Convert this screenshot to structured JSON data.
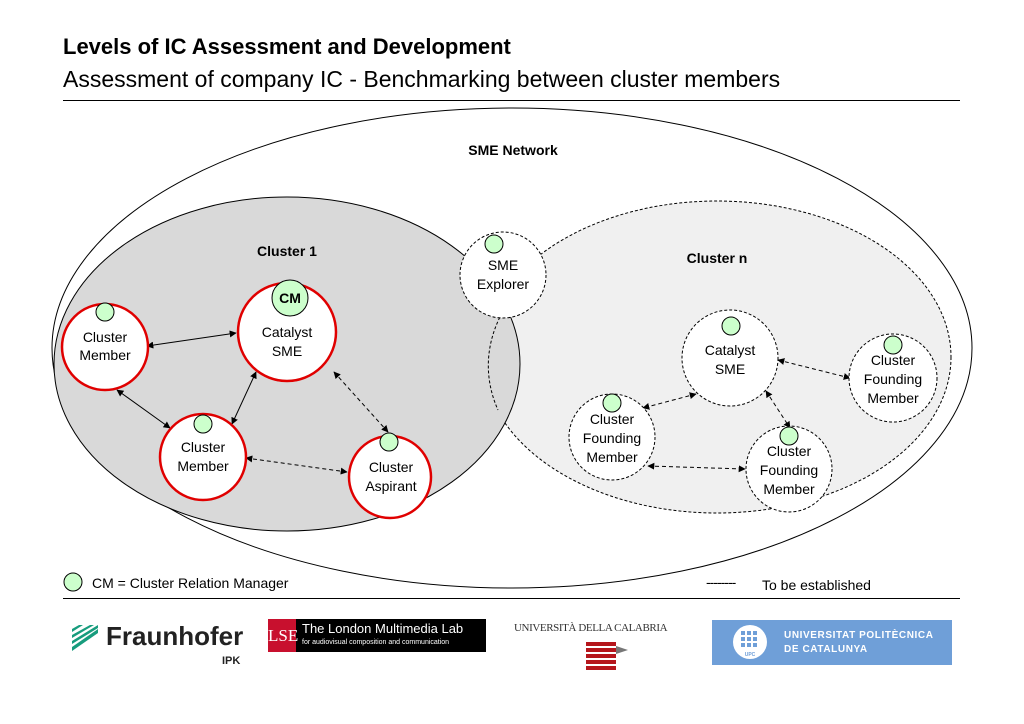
{
  "header": {
    "title": "Levels of IC Assessment and Development",
    "subtitle": "Assessment of company IC - Benchmarking between cluster members"
  },
  "diagram": {
    "network_label": "SME Network",
    "cluster1_label": "Cluster 1",
    "clustern_label": "Cluster n",
    "nodes": {
      "c1_catalyst": {
        "badge": "CM",
        "lines": [
          "Catalyst",
          "SME"
        ]
      },
      "c1_member_a": {
        "lines": [
          "Cluster",
          "Member"
        ]
      },
      "c1_member_b": {
        "lines": [
          "Cluster",
          "Member"
        ]
      },
      "c1_aspirant": {
        "lines": [
          "Cluster",
          "Aspirant"
        ]
      },
      "explorer": {
        "lines": [
          "SME",
          "Explorer"
        ]
      },
      "cn_catalyst": {
        "lines": [
          "Catalyst",
          "SME"
        ]
      },
      "cn_founding_right": {
        "lines": [
          "Cluster",
          "Founding",
          "Member"
        ]
      },
      "cn_founding_left": {
        "lines": [
          "Cluster",
          "Founding",
          "Member"
        ]
      },
      "cn_founding_bottom": {
        "lines": [
          "Cluster",
          "Founding",
          "Member"
        ]
      }
    }
  },
  "legend": {
    "cm_text": "CM = Cluster Relation Manager",
    "dashed_sample": "--------",
    "established_text": "To be established"
  },
  "logos": {
    "fraunhofer": "Fraunhofer",
    "fraunhofer_sub": "IPK",
    "lse_mark": "LSE",
    "lse_title": "The London Multimedia Lab",
    "lse_sub": "for audiovisual composition and communication",
    "calabria": "UNIVERSITÀ DELLA CALABRIA",
    "upc_line1": "UNIVERSITAT POLITÈCNICA",
    "upc_line2": "DE CATALUNYA",
    "upc_badge": "UPC"
  },
  "colors": {
    "cluster1_fill": "#d9d9d9",
    "clustern_fill": "#f0f0f0",
    "member_border": "#e00000",
    "cm_fill": "#ccffcc"
  }
}
